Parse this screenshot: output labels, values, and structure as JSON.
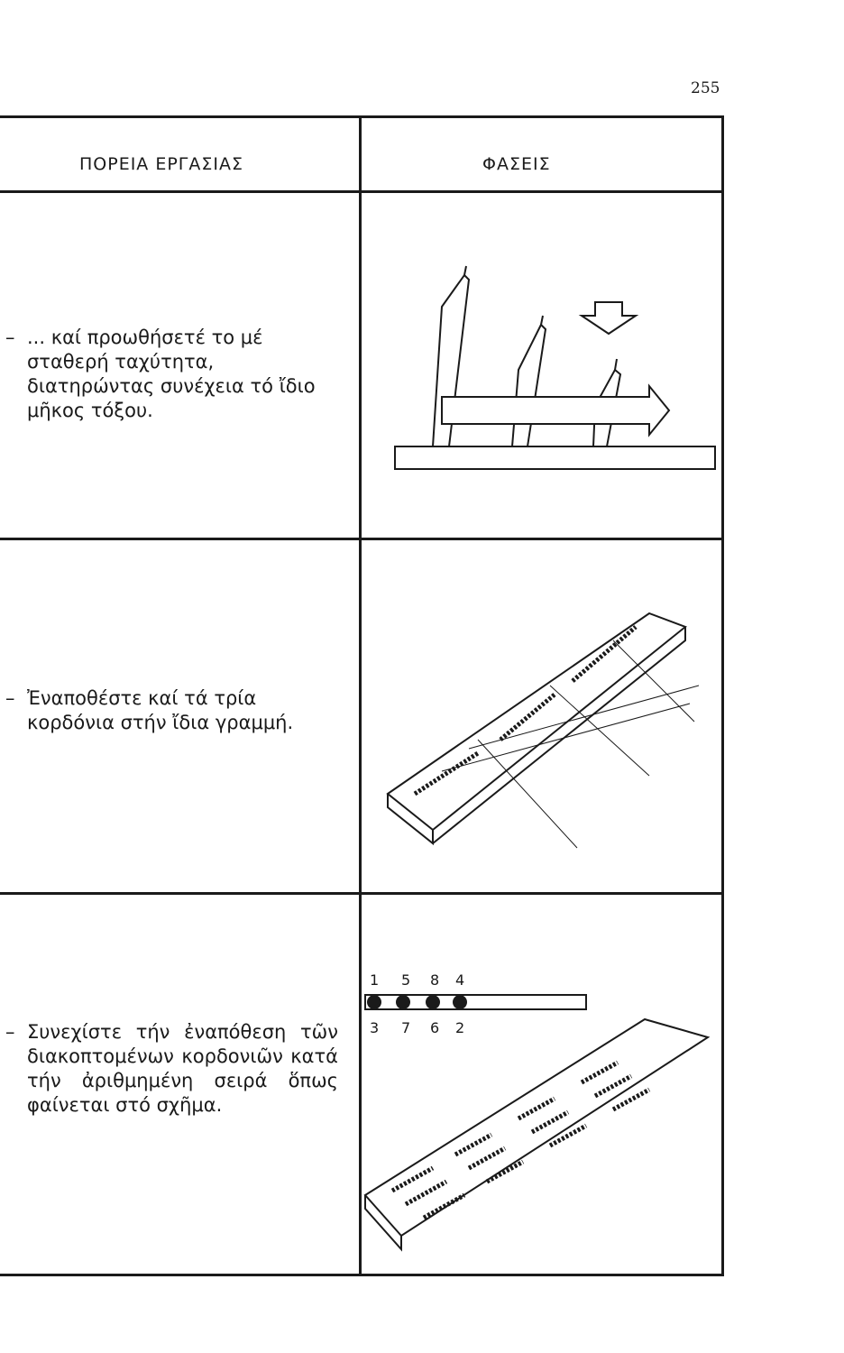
{
  "page_number": "255",
  "table": {
    "headers": [
      "ΠΟΡΕΙΑ ΕΡΓΑΣΙΑΣ",
      "ΦΑΣΕΙΣ"
    ],
    "rows": [
      {
        "dash": "–",
        "text": "... καί προωθήσετέ το μέ σταθερή ταχύτητα, διατηρώντας συνέχεια τό ἴδιο μῆκος τόξου."
      },
      {
        "dash": "–",
        "text": "Ἐναποθέστε καί τά τρία κορδόνια στήν ἴδια γραμμή."
      },
      {
        "dash": "–",
        "text": "Συνεχίστε τήν ἐναπόθεση τῶν διακοπτομένων κορδονιῶν κατά τήν ἀριθμημένη σειρά ὅπως φαίνεται στό σχῆμα."
      }
    ]
  },
  "figure3": {
    "top_numbers": [
      "1",
      "5",
      "8",
      "4"
    ],
    "bottom_numbers": [
      "3",
      "7",
      "6",
      "2"
    ]
  }
}
